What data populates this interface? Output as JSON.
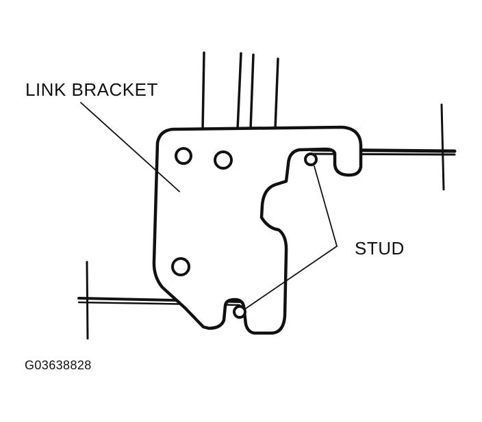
{
  "diagram": {
    "labels": {
      "link_bracket": "LINK BRACKET",
      "stud": "STUD"
    },
    "figure_id": "G03638828",
    "colors": {
      "ink": "#111111",
      "background": "#ffffff"
    }
  }
}
